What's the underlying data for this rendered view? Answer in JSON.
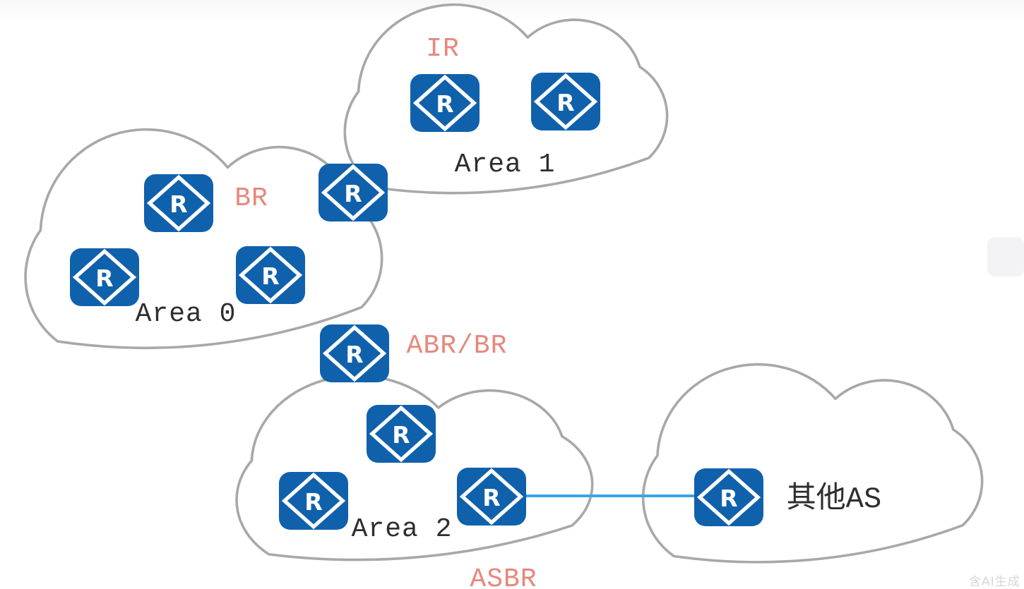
{
  "router_letter": "R",
  "router_count": 11,
  "colors": {
    "router_blue": "#1061ac",
    "cloud_outline_gray": "#a8a8a8",
    "role_label_salmon": "#e6887d",
    "area_label_dark": "#2e2e2e",
    "link_blue": "#3aa4e6",
    "watermark_gray": "#d4d7db"
  },
  "clouds": [
    {
      "label": "Area 1",
      "routers_inside": 2
    },
    {
      "label": "Area 0",
      "routers_inside": 3
    },
    {
      "label": "Area 2",
      "routers_inside": 3
    },
    {
      "label": "其他AS",
      "routers_inside": 1
    }
  ],
  "role_labels": [
    {
      "text": "IR"
    },
    {
      "text": "BR"
    },
    {
      "text": "ABR/BR"
    },
    {
      "text": "ASBR"
    }
  ],
  "connections": [
    {
      "from": "ASBR router in Area 2",
      "to": "router in 其他AS"
    }
  ],
  "watermark": "含AI生成"
}
